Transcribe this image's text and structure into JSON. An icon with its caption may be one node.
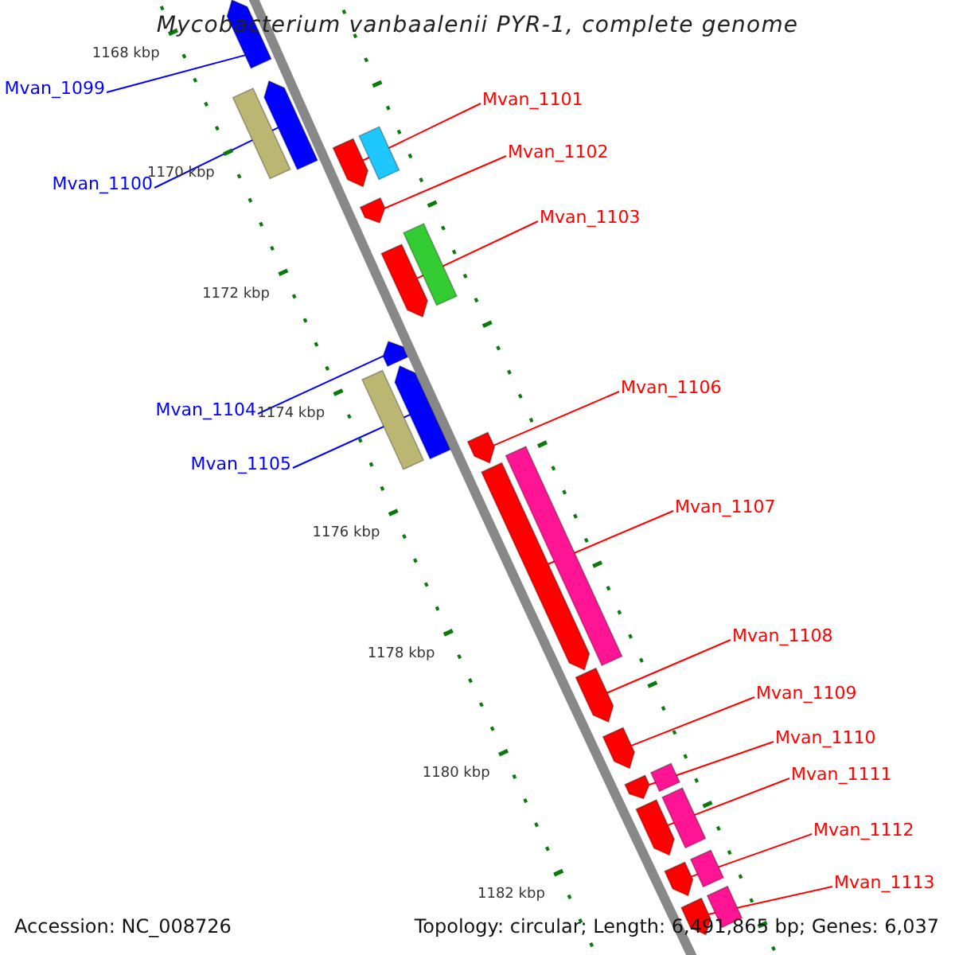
{
  "diagram": {
    "title": "Mycobacterium vanbaalenii PYR-1, complete genome",
    "nodes": [
      {
        "text": [
          "Mvan_1099"
        ]
      },
      {
        "text": [
          "Mvan_1100"
        ]
      },
      {
        "text": [
          "Mvan_1101"
        ]
      },
      {
        "text": [
          "Mvan_1102"
        ]
      },
      {
        "text": [
          "Mvan_1103"
        ]
      },
      {
        "text": [
          "Mvan_1104"
        ]
      },
      {
        "text": [
          "Mvan_1105"
        ]
      },
      {
        "text": [
          "Mvan_1106"
        ]
      },
      {
        "text": [
          "Mvan_1107"
        ]
      },
      {
        "text": [
          "Mvan_1108"
        ]
      },
      {
        "text": [
          "Mvan_1109"
        ]
      },
      {
        "text": [
          "Mvan_1110"
        ]
      },
      {
        "text": [
          "Mvan_1111"
        ]
      },
      {
        "text": [
          "Mvan_1112"
        ]
      },
      {
        "text": [
          "Mvan_1113"
        ]
      },
      {
        "text": [],
        "shape": "bar"
      },
      {
        "text": [],
        "shape": "bar"
      },
      {
        "text": [],
        "shape": "bar"
      },
      {
        "text": [],
        "shape": "bar"
      },
      {
        "text": [],
        "shape": "bar"
      },
      {
        "text": [],
        "shape": "bar"
      },
      {
        "text": [],
        "shape": "bar"
      },
      {
        "text": [],
        "shape": "bar"
      },
      {
        "text": [],
        "shape": "bar"
      },
      {
        "text": [],
        "shape": "bar"
      },
      {
        "text": [],
        "shape": "bar"
      },
      {
        "text": [],
        "shape": "bar"
      },
      {
        "text": [],
        "shape": "bar"
      },
      {
        "text": [],
        "shape": "bar"
      },
      {
        "text": [],
        "shape": "bar"
      },
      {
        "text": [],
        "shape": "bar"
      },
      {
        "text": [],
        "shape": "bar"
      },
      {
        "text": [],
        "shape": "bar"
      },
      {
        "text": [],
        "shape": "bar"
      },
      {
        "text": [],
        "shape": "bar"
      },
      {
        "text": [],
        "shape": "bar"
      },
      {
        "text": [],
        "shape": "bar"
      },
      {
        "text": [],
        "shape": "bar"
      },
      {
        "text": [],
        "shape": "bar"
      }
    ],
    "edges": [
      {
        "from": 0,
        "to": 15,
        "arrow": "none",
        "color": "#0000ff"
      },
      {
        "from": 1,
        "to": 16,
        "arrow": "none",
        "color": "#0000ff"
      },
      {
        "from": 2,
        "to": 17,
        "arrow": "none"
      },
      {
        "from": 3,
        "to": 18,
        "arrow": "none"
      },
      {
        "from": 4,
        "to": 19,
        "arrow": "none"
      },
      {
        "from": 5,
        "to": 20,
        "arrow": "none",
        "color": "#0000ff"
      },
      {
        "from": 6,
        "to": 21,
        "arrow": "none",
        "color": "#0000ff"
      },
      {
        "from": 7,
        "to": 22,
        "arrow": "none"
      },
      {
        "from": 8,
        "to": 23,
        "arrow": "none"
      },
      {
        "from": 9,
        "to": 24,
        "arrow": "none"
      },
      {
        "from": 10,
        "to": 25,
        "arrow": "none"
      },
      {
        "from": 11,
        "to": 26,
        "arrow": "none"
      },
      {
        "from": 12,
        "to": 27,
        "arrow": "none"
      },
      {
        "from": 13,
        "to": 28,
        "arrow": "none"
      },
      {
        "from": 14,
        "to": 29,
        "arrow": "none"
      }
    ],
    "labels": [
      "1168 kbp",
      "1170 kbp",
      "1172 kbp",
      "1174 kbp",
      "1176 kbp",
      "1178 kbp",
      "1180 kbp",
      "1182 kbp",
      "Accession: NC_008726",
      "Topology: circular; Length: 6,491,865 bp; Genes: 6,037"
    ]
  }
}
